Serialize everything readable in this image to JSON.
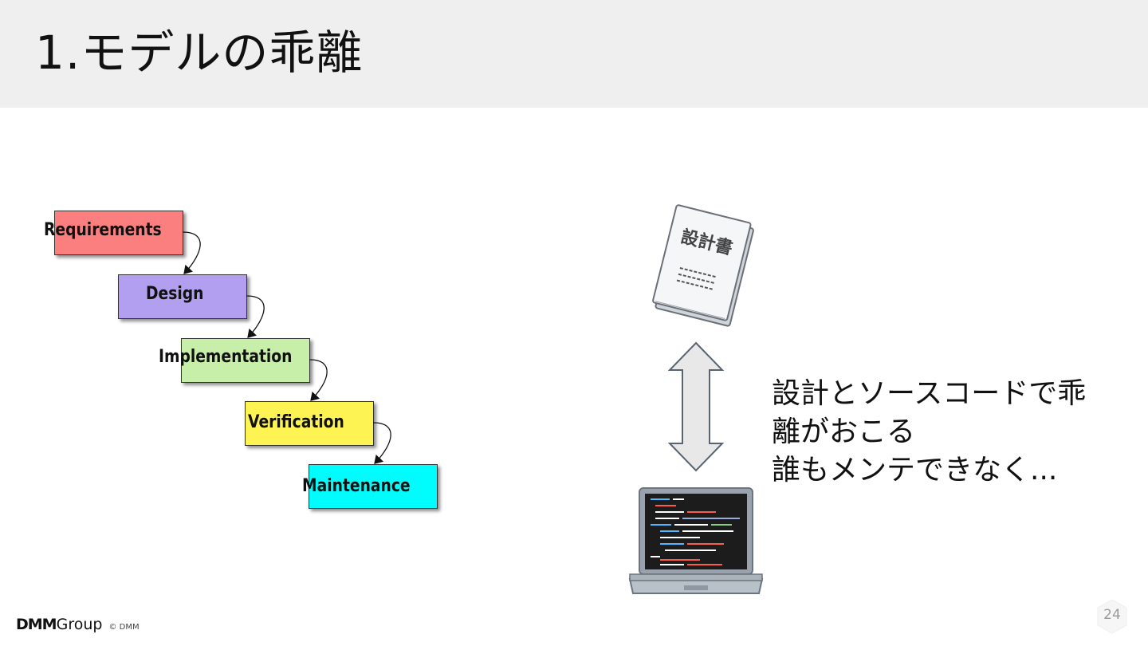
{
  "slide": {
    "title": "1.モデルの乖離",
    "page_number": "24"
  },
  "waterfall": {
    "stages": [
      {
        "label": "Requirements",
        "color": "#fb7f7f"
      },
      {
        "label": "Design",
        "color": "#b29fef"
      },
      {
        "label": "Implementation",
        "color": "#c8efaa"
      },
      {
        "label": "Verification",
        "color": "#fdf453"
      },
      {
        "label": "Maintenance",
        "color": "#00fdfd"
      }
    ]
  },
  "illustrations": {
    "design_doc": {
      "icon": "design-document-icon",
      "label": "設計書"
    },
    "arrow": {
      "icon": "double-arrow-icon"
    },
    "laptop": {
      "icon": "laptop-code-icon"
    }
  },
  "body": {
    "lines": [
      "設計とソースコードで乖",
      "離がおこる",
      "誰もメンテできなく..."
    ]
  },
  "footer": {
    "logo_brand": "DMM",
    "logo_group": "Group",
    "copyright": "© DMM"
  }
}
